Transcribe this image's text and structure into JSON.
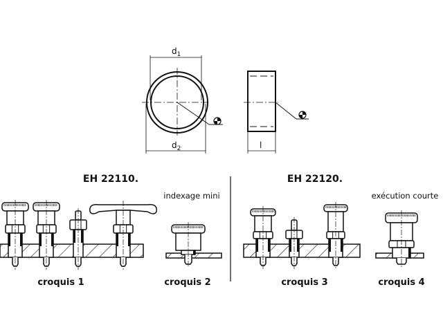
{
  "dimensions": {
    "d1": "d",
    "d1_sub": "1",
    "d2": "d",
    "d2_sub": "2",
    "l": "l"
  },
  "sections": [
    {
      "title": "EH 22110.",
      "note": "indexage mini",
      "captions": [
        "croquis 1",
        "croquis 2"
      ]
    },
    {
      "title": "EH 22120.",
      "note": "exécution courte",
      "captions": [
        "croquis 3",
        "croquis 4"
      ]
    }
  ],
  "colors": {
    "line": "#111111",
    "background": "#ffffff"
  }
}
